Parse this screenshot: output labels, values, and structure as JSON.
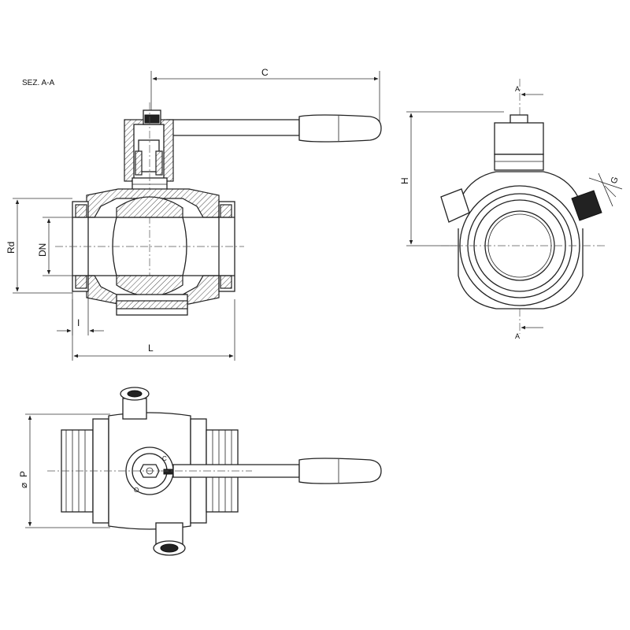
{
  "section_title": "SEZ. A-A",
  "dimensions": {
    "C": "C",
    "H": "H",
    "Rd": "Rd",
    "DN": "DN",
    "I": "I",
    "L": "L",
    "G": "G",
    "P": "P",
    "phi": "⌀"
  },
  "section_marks": {
    "top": "A",
    "bottom": "A"
  },
  "handle_markings": {
    "open": "O",
    "closed": "C"
  }
}
